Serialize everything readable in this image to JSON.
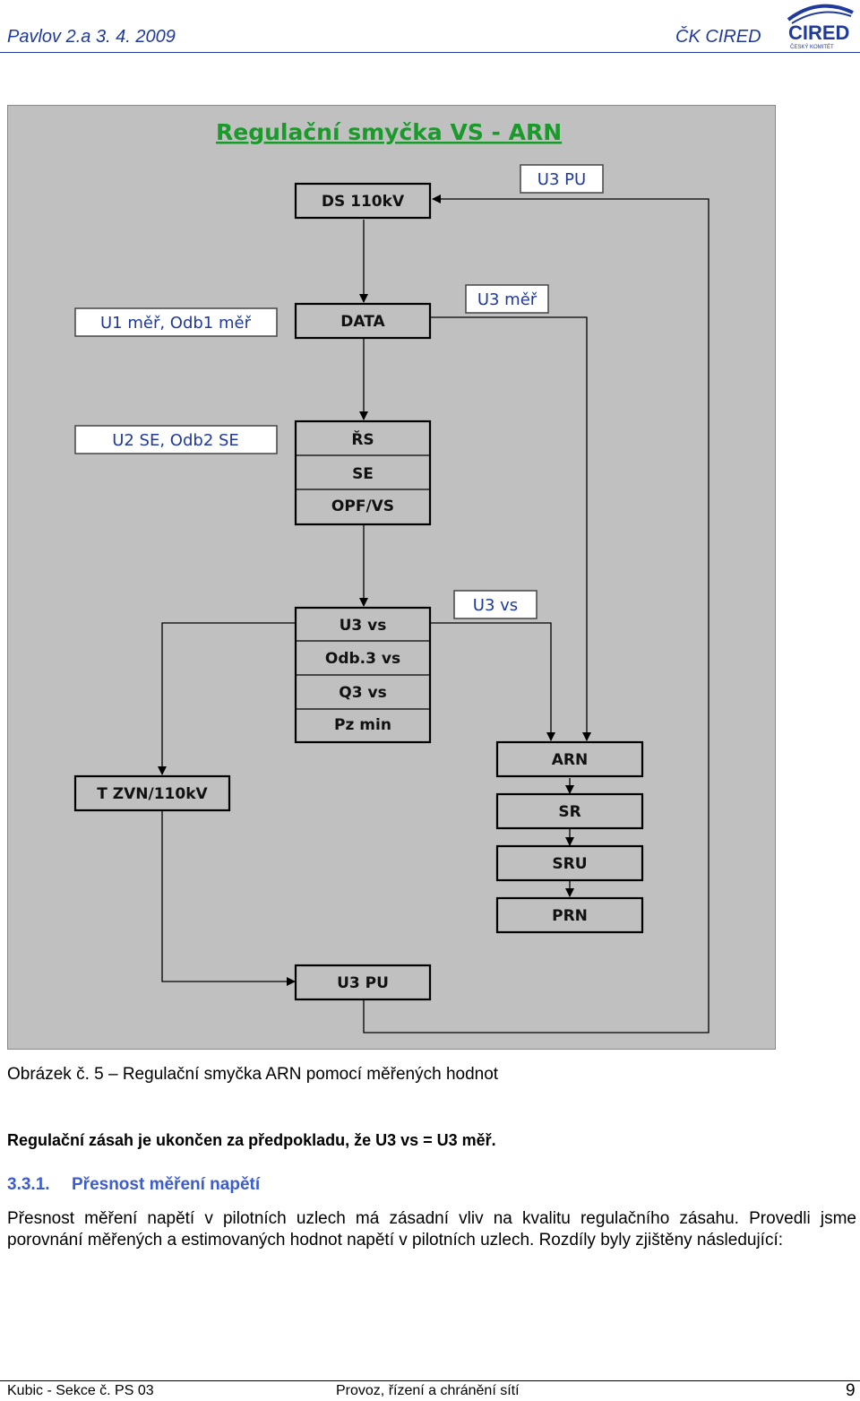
{
  "header": {
    "left": "Pavlov 2.a 3. 4. 2009",
    "right": "ČK CIRED",
    "logo_text": "CIRED",
    "logo_sub": "ČESKÝ KOMITÉT"
  },
  "figure": {
    "title": "Regulační smyčka VS - ARN",
    "boxes": {
      "ds110": "DS 110kV",
      "data": "DATA",
      "rs": "ŘS",
      "se": "SE",
      "opf": "OPF/VS",
      "u3vs": "U3 vs",
      "odb3vs": "Odb.3 vs",
      "q3vs": "Q3 vs",
      "pzmin": "Pz min",
      "tzvn": "T ZVN/110kV",
      "arn": "ARN",
      "sr": "SR",
      "sru": "SRU",
      "prn": "PRN",
      "u3pu_bottom": "U3 PU"
    },
    "labels": {
      "u3pu": "U3 PU",
      "u3mer": "U3 měř",
      "u1": "U1 měř, Odb1 měř",
      "u2": "U2 SE, Odb2 SE",
      "u3vs": "U3 vs"
    }
  },
  "caption": "Obrázek č. 5 – Regulační smyčka ARN pomocí měřených hodnot",
  "conclusion": "Regulační zásah je ukončen za předpokladu, že U3 vs = U3 měř.",
  "section": {
    "number": "3.3.1.",
    "title": "Přesnost měření napětí"
  },
  "paragraph": "Přesnost měření napětí v pilotních uzlech má zásadní vliv na kvalitu regulačního zásahu. Provedli jsme porovnání měřených a estimovaných hodnot napětí v pilotních uzlech. Rozdíly byly zjištěny následující:",
  "footer": {
    "left": "Kubic - Sekce č. PS 03",
    "middle": "Provoz, řízení a chránění sítí",
    "page": "9"
  },
  "colors": {
    "header_blue": "#1f3a9c",
    "title_green": "#1a9a2a",
    "figure_bg": "#c0c0c0"
  }
}
